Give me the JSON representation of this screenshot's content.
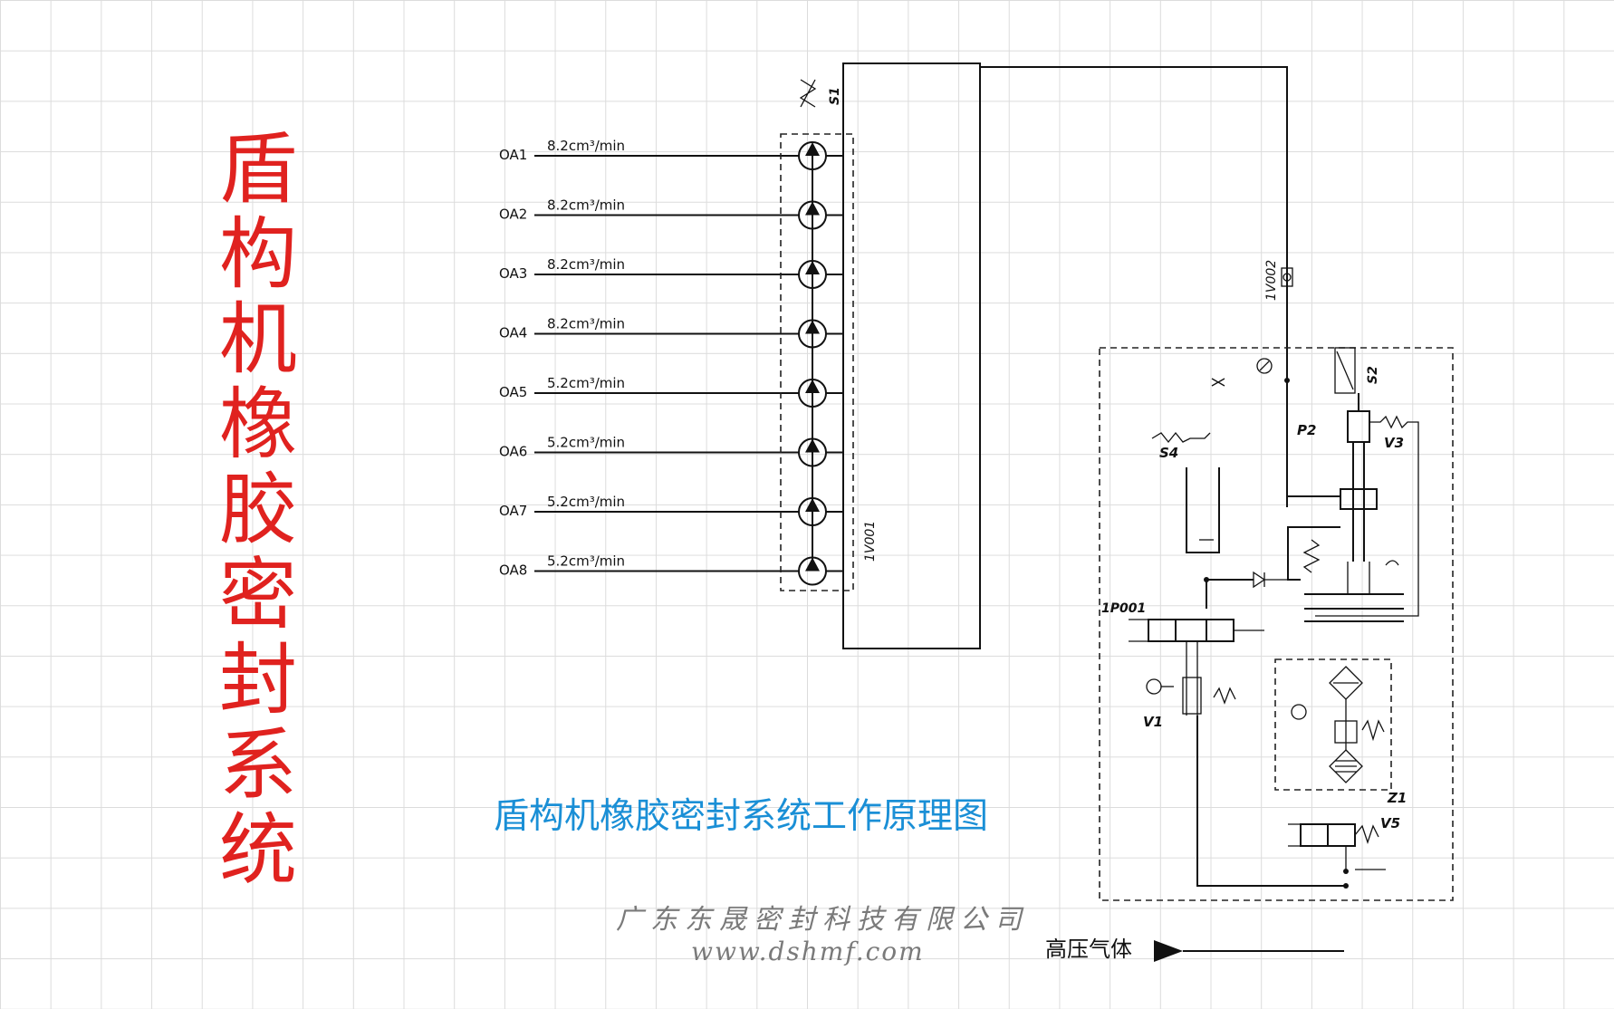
{
  "title_vertical": "盾构机橡胶密封系统",
  "diagram_caption": "盾构机橡胶密封系统工作原理图",
  "company_name": "广东东晟密封科技有限公司",
  "website": "www.dshmf.com",
  "diagram": {
    "outlets": [
      {
        "label": "OA1",
        "flow": "8.2cm³/min"
      },
      {
        "label": "OA2",
        "flow": "8.2cm³/min"
      },
      {
        "label": "OA3",
        "flow": "8.2cm³/min"
      },
      {
        "label": "OA4",
        "flow": "8.2cm³/min"
      },
      {
        "label": "OA5",
        "flow": "5.2cm³/min"
      },
      {
        "label": "OA6",
        "flow": "5.2cm³/min"
      },
      {
        "label": "OA7",
        "flow": "5.2cm³/min"
      },
      {
        "label": "OA8",
        "flow": "5.2cm³/min"
      }
    ],
    "component_labels": {
      "s1": "S1",
      "distributor": "1V001",
      "check_valve": "1V002",
      "s2": "S2",
      "p2": "P2",
      "v3": "V3",
      "s4": "S4",
      "pump": "1P001",
      "v1": "V1",
      "z1": "Z1",
      "v5": "V5"
    },
    "air_inlet": "高压气体"
  },
  "colors": {
    "title": "#e0221f",
    "caption": "#1a8fd6",
    "watermark": "#7a7a7a",
    "grid": "#dcdcdc",
    "line": "#111111"
  }
}
